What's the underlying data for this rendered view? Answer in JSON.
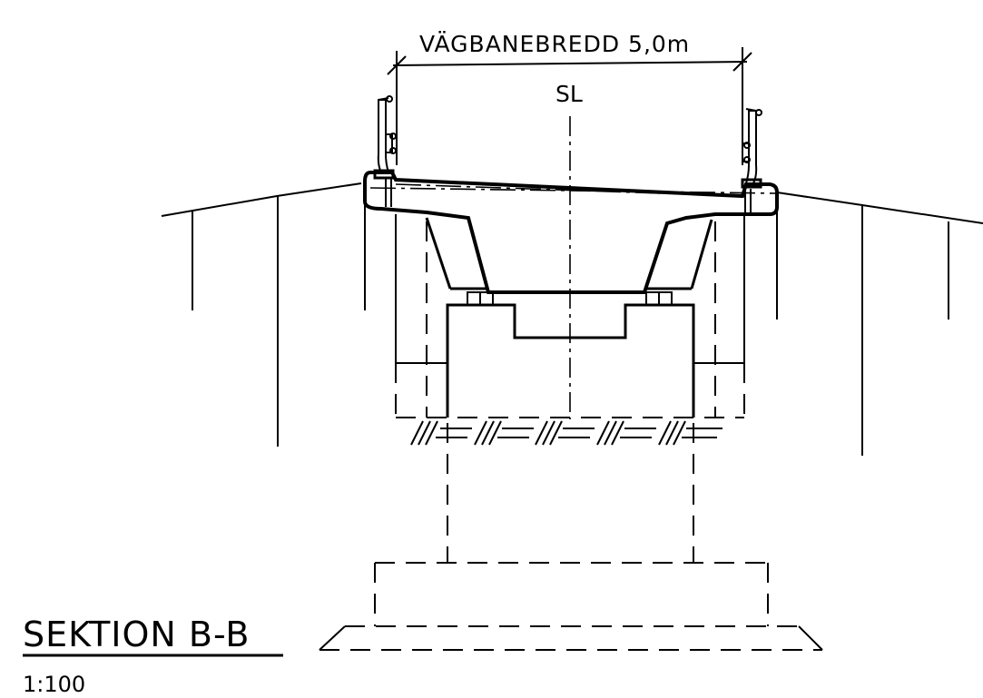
{
  "drawing": {
    "title": "SEKTION B-B",
    "scale": "1:100",
    "dimension_label": "VÄGBANEBREDD 5,0m",
    "centerline_label": "SL",
    "colors": {
      "line": "#000000",
      "background": "#ffffff"
    }
  }
}
